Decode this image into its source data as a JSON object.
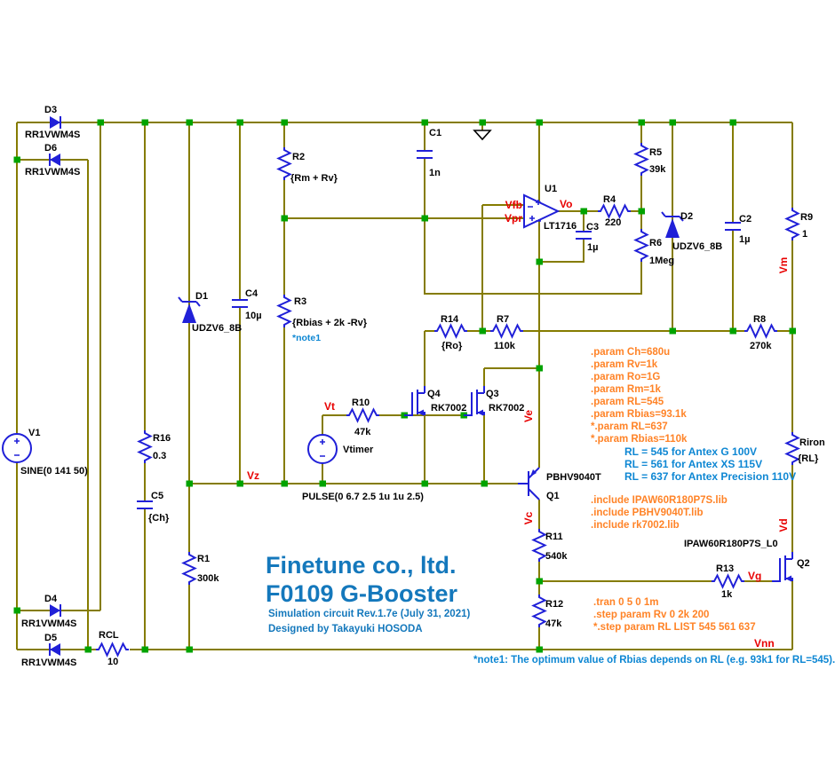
{
  "title": {
    "company": "Finetune co., ltd.",
    "product": "F0109 G-Booster",
    "revision": "Simulation circuit Rev.1.7e (July 31, 2021)",
    "designer": "Designed by Takayuki HOSODA"
  },
  "colors": {
    "wire": "#857c00",
    "junction": "#00a300",
    "symbol": "#2020d8",
    "net_label": "#e80000",
    "directive": "#ff8327",
    "note": "#0e87d3",
    "title": "#1478bc"
  },
  "c": {
    "d3": {
      "n": "D3",
      "v": "RR1VWM4S"
    },
    "d6": {
      "n": "D6",
      "v": "RR1VWM4S"
    },
    "d4": {
      "n": "D4",
      "v": "RR1VWM4S"
    },
    "d5": {
      "n": "D5",
      "v": "RR1VWM4S"
    },
    "d1": {
      "n": "D1",
      "v": "UDZV6_8B"
    },
    "d2": {
      "n": "D2",
      "v": "UDZV6_8B"
    },
    "v1": {
      "n": "V1",
      "v": "SINE(0 141 50)"
    },
    "vtimer": {
      "n": "Vtimer",
      "v": "PULSE(0 6.7 2.5 1u 1u 2.5)"
    },
    "rcl": {
      "n": "RCL",
      "v": "10"
    },
    "r1": {
      "n": "R1",
      "v": "300k"
    },
    "r2": {
      "n": "R2",
      "v": "{Rm + Rv}"
    },
    "r3": {
      "n": "R3",
      "v": "{Rbias + 2k -Rv}"
    },
    "r4": {
      "n": "R4",
      "v": "220"
    },
    "r5": {
      "n": "R5",
      "v": "39k"
    },
    "r6": {
      "n": "R6",
      "v": "1Meg"
    },
    "r7": {
      "n": "R7",
      "v": "110k"
    },
    "r8": {
      "n": "R8",
      "v": "270k"
    },
    "r9": {
      "n": "R9",
      "v": "1"
    },
    "r10": {
      "n": "R10",
      "v": "47k"
    },
    "r11": {
      "n": "R11",
      "v": "540k"
    },
    "r12": {
      "n": "R12",
      "v": "47k"
    },
    "r13": {
      "n": "R13",
      "v": "1k"
    },
    "r14": {
      "n": "R14",
      "v": "{Ro}"
    },
    "r16": {
      "n": "R16",
      "v": "0.3"
    },
    "riron": {
      "n": "Riron",
      "v": "{RL}"
    },
    "c1": {
      "n": "C1",
      "v": "1n"
    },
    "c2": {
      "n": "C2",
      "v": "1µ"
    },
    "c3": {
      "n": "C3",
      "v": "1µ"
    },
    "c4": {
      "n": "C4",
      "v": "10µ"
    },
    "c5": {
      "n": "C5",
      "v": "{Ch}"
    },
    "u1": {
      "n": "U1",
      "v": "LT1716"
    },
    "q1": {
      "n": "Q1",
      "v": "PBHV9040T"
    },
    "q2": {
      "n": "Q2",
      "v": "IPAW60R180P7S_L0"
    },
    "q3": {
      "n": "Q3",
      "v": "RK7002"
    },
    "q4": {
      "n": "Q4",
      "v": "RK7002"
    }
  },
  "nets": {
    "vfb": "Vfb",
    "vpr": "Vpr",
    "vo": "Vo",
    "vm": "Vm",
    "vt": "Vt",
    "vz": "Vz",
    "ve": "Ve",
    "vc": "Vc",
    "vd": "Vd",
    "vg": "Vg",
    "vnn": "Vnn"
  },
  "dir": {
    "params": [
      ".param Ch=680u",
      ".param Rv=1k",
      ".param Ro=1G",
      ".param Rm=1k",
      ".param RL=545",
      ".param Rbias=93.1k",
      "*.param RL=637",
      "*.param Rbias=110k"
    ],
    "includes": [
      ".include IPAW60R180P7S.lib",
      ".include PBHV9040T.lib",
      ".include rk7002.lib"
    ],
    "analysis": [
      ".tran 0 5 0 1m",
      ".step param Rv 0 2k 200",
      "*.step param RL LIST 545 561 637"
    ]
  },
  "notes": {
    "rl": [
      "RL = 545 for Antex G 100V",
      "RL = 561 for Antex XS 115V",
      "RL = 637 for Antex Precision 110V"
    ],
    "r3note": "*note1",
    "footnote": "*note1: The optimum value of Rbias depends on RL (e.g. 93k1 for RL=545)."
  }
}
